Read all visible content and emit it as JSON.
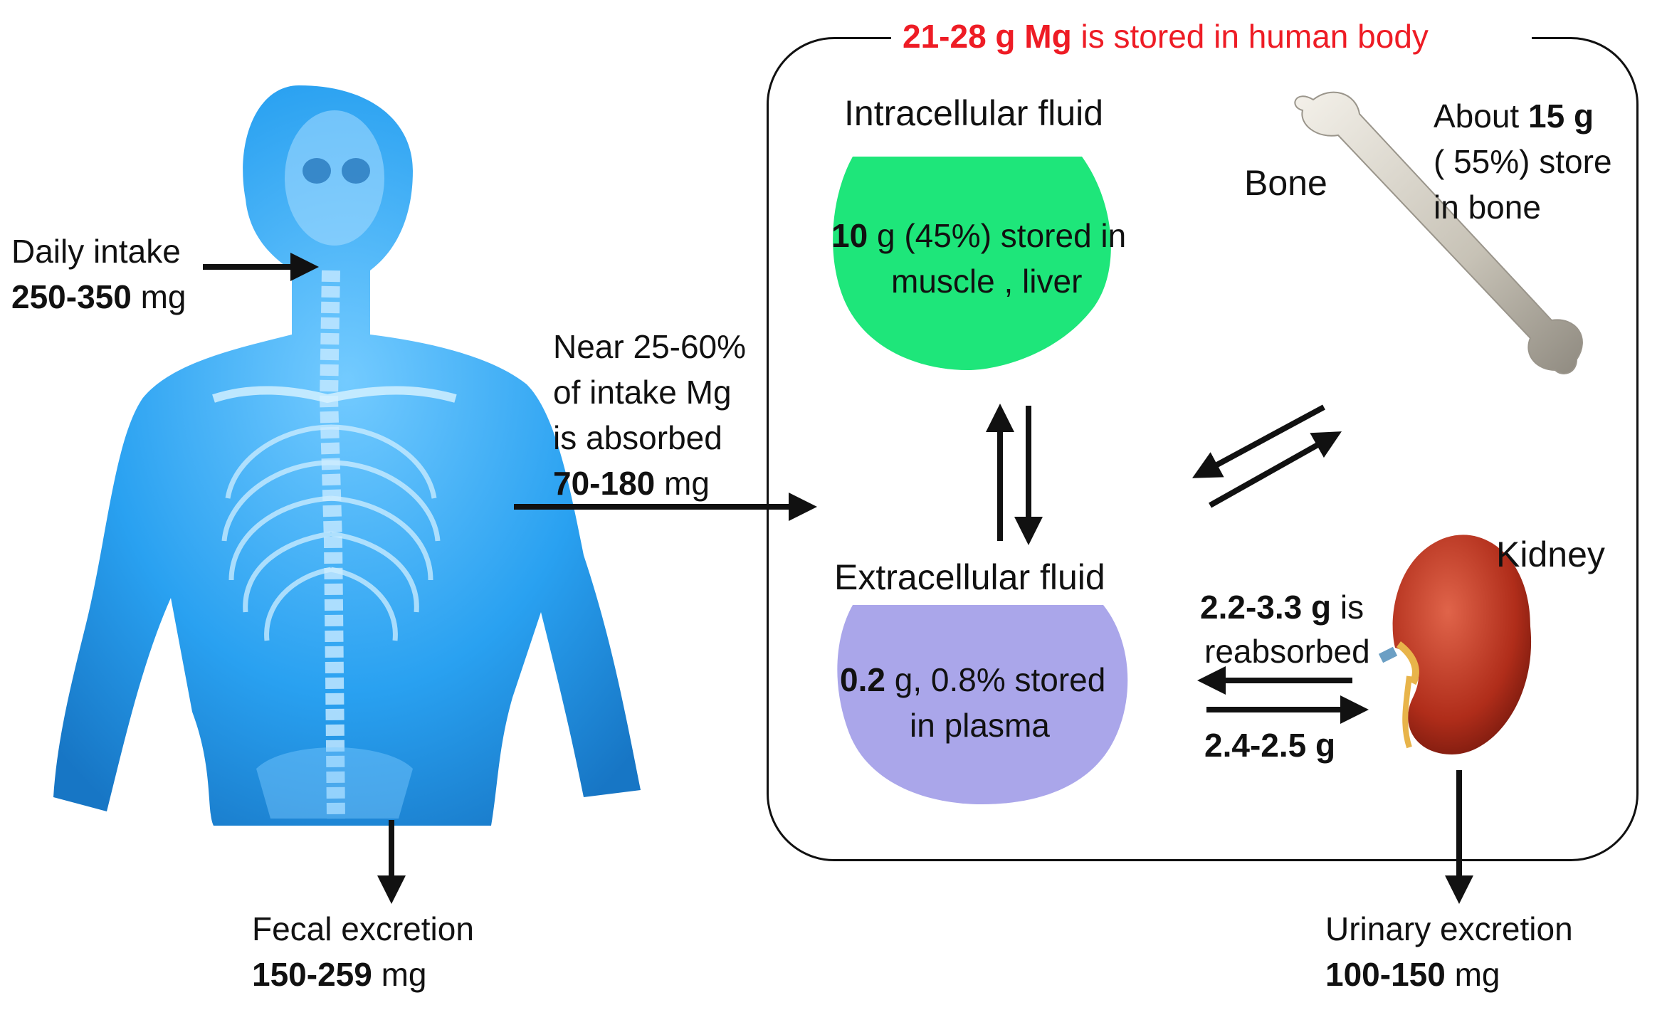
{
  "title": {
    "bold": "21-28 g Mg",
    "rest": " is stored in human body",
    "color": "#ee1c25"
  },
  "intake": {
    "label": "Daily intake",
    "value": "250-350",
    "unit": " mg"
  },
  "absorption": {
    "line1": "Near 25-60%",
    "line2": "of intake Mg",
    "line3": "is absorbed",
    "value": "70-180",
    "unit": " mg"
  },
  "fecal": {
    "label": "Fecal excretion",
    "value": "150-259",
    "unit": " mg"
  },
  "intracellular": {
    "heading": "Intracellular  fluid",
    "bold": "10",
    "line1_rest": " g (45%) stored in",
    "line2": "muscle , liver",
    "color": "#1ee67a"
  },
  "extracellular": {
    "heading": "Extracellular  fluid",
    "bold": "0.2",
    "line1_rest": " g, 0.8% stored",
    "line2": "in plasma",
    "color": "#aaa6ea"
  },
  "bone": {
    "label": "Bone",
    "about": "About ",
    "bold": "15 g",
    "line2": "( 55%) store",
    "line3": "in bone"
  },
  "kidney": {
    "label": "Kidney",
    "reabsorbed_bold": "2.2-3.3 g",
    "reabsorbed_rest": " is",
    "reabsorbed_line2": "reabsorbed",
    "filtered": "2.4-2.5 g"
  },
  "urinary": {
    "label": "Urinary excretion",
    "value": "100-150",
    "unit": " mg"
  },
  "icons": [
    "human-skeleton-icon",
    "bone-icon",
    "kidney-icon"
  ],
  "colors": {
    "body": "#1e9cf0",
    "bone": "#c9c4b8",
    "kidney": "#b5301c"
  }
}
